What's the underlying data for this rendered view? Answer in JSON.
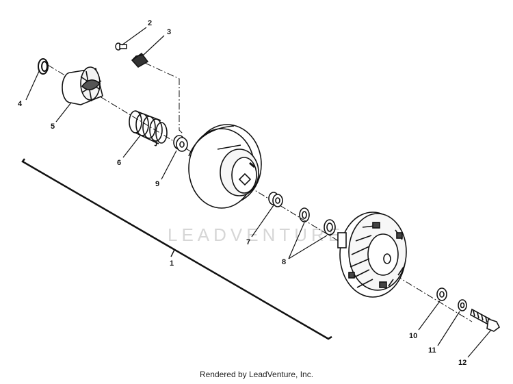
{
  "diagram": {
    "watermark_text": "LEADVENTURE",
    "callouts": {
      "c1": "1",
      "c2": "2",
      "c3": "3",
      "c4": "4",
      "c5": "5",
      "c6": "6",
      "c7": "7",
      "c8": "8",
      "c9": "9",
      "c10": "10",
      "c11": "11",
      "c12": "12"
    },
    "line_color": "#111111"
  },
  "footer": {
    "text": "Rendered by LeadVenture, Inc."
  }
}
